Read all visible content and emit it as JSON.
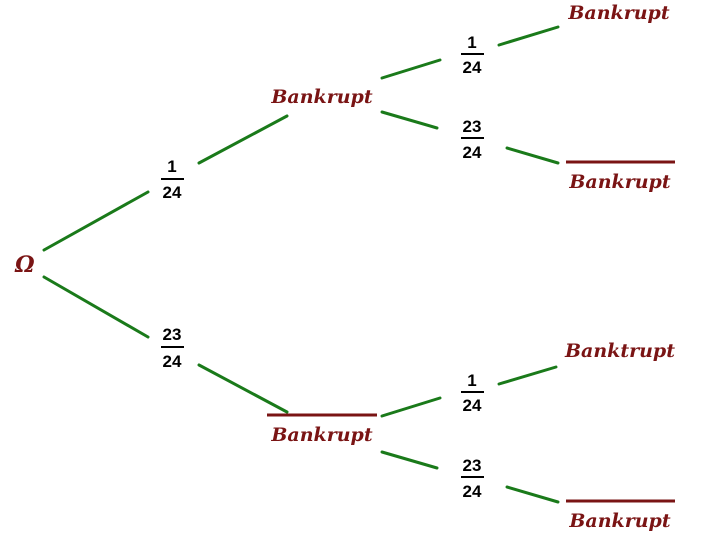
{
  "root": {
    "label": "Ω"
  },
  "level1": {
    "upper": {
      "node": "Bankrupt",
      "prob": {
        "num": "1",
        "den": "24"
      }
    },
    "lower": {
      "node": "Bankrupt",
      "prob": {
        "num": "23",
        "den": "24"
      }
    }
  },
  "level2": {
    "upper_upper": {
      "node": "Bankrupt",
      "prob": {
        "num": "1",
        "den": "24"
      }
    },
    "upper_lower": {
      "node": "Bankrupt",
      "prob": {
        "num": "23",
        "den": "24"
      }
    },
    "lower_upper": {
      "node": "Banktrupt",
      "prob": {
        "num": "1",
        "den": "24"
      }
    },
    "lower_lower": {
      "node": "Bankrupt",
      "prob": {
        "num": "23",
        "den": "24"
      }
    }
  },
  "colors": {
    "edge": "#1a7a1a",
    "node_text": "#7a1414",
    "fraction": "#000000"
  }
}
